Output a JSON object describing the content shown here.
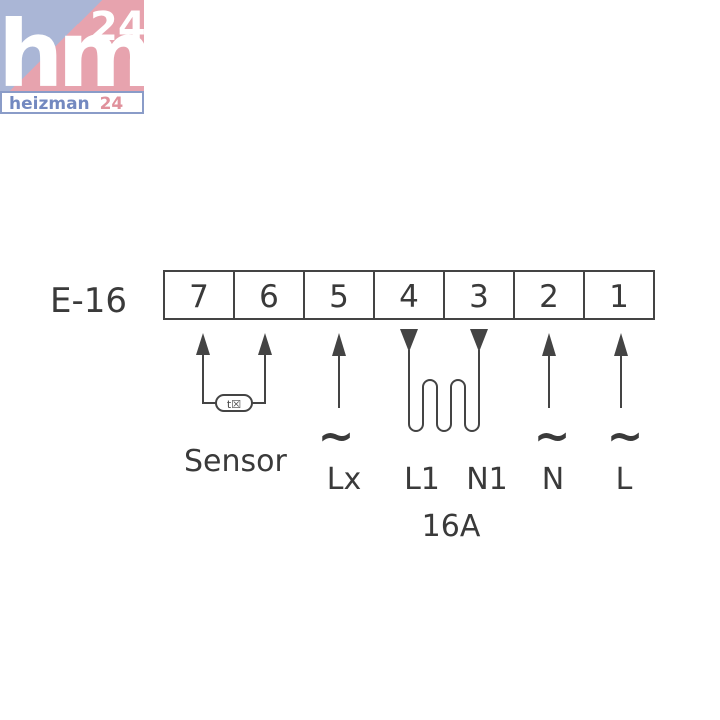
{
  "logo": {
    "mark": "hm",
    "number": "24",
    "brand_name": "heizman",
    "brand_number": "24",
    "colors": {
      "blue": "#aab6d6",
      "pink": "#e7a3ae",
      "outline": "#8a9cc8",
      "text": "#7389c0"
    }
  },
  "diagram": {
    "model": "E-16",
    "terminals": [
      "7",
      "6",
      "5",
      "4",
      "3",
      "2",
      "1"
    ],
    "labels": {
      "sensor": "Sensor",
      "sensor_symbol": "t☒",
      "lx": "Lx",
      "l1": "L1",
      "n1": "N1",
      "n": "N",
      "l": "L",
      "current": "16A",
      "ac_symbol": "~"
    },
    "colors": {
      "line": "#444444",
      "text": "#3a3a3a"
    }
  }
}
